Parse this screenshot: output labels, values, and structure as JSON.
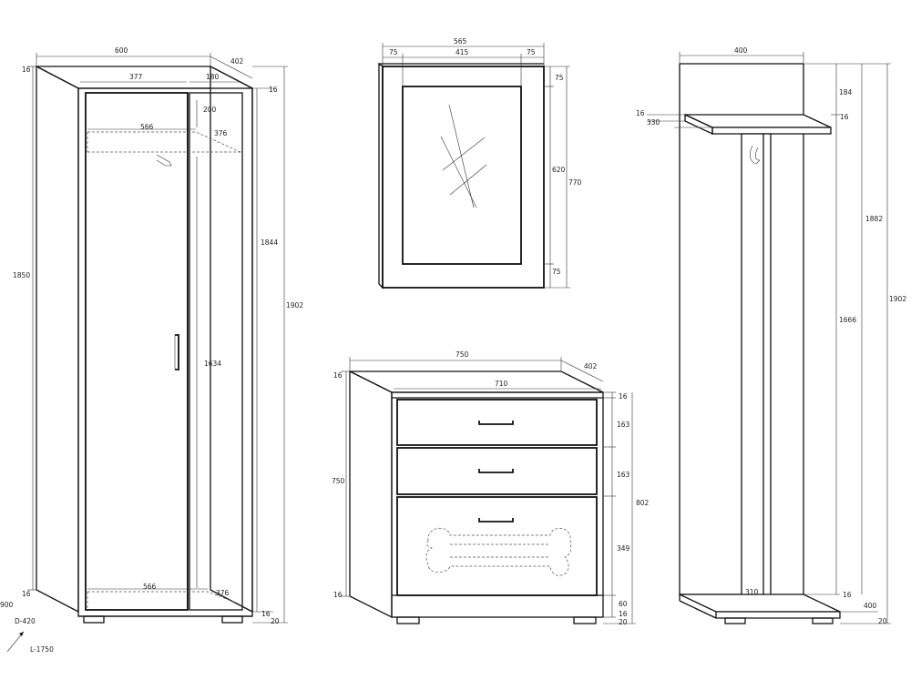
{
  "wardrobe": {
    "width": "600",
    "depth": "402",
    "left_width": "377",
    "right_width": "180",
    "top_thk": "16",
    "side_top": "16",
    "shelf_gap": "200",
    "shelf_width": "566",
    "shelf_depth": "376",
    "height_1850": "1850",
    "height_1844": "1844",
    "height_1902": "1902",
    "door_height": "1634",
    "bottom_thk": "16",
    "bottom_width": "566",
    "bottom_depth": "376",
    "plinth": "16",
    "foot": "20",
    "partial_left": "900",
    "callout_d": "D-420",
    "callout_l": "L-1750"
  },
  "mirror": {
    "width": "565",
    "margin_left": "75",
    "glass_width": "415",
    "margin_right": "75",
    "margin_top": "75",
    "glass_height": "620",
    "height": "770",
    "margin_bottom": "75"
  },
  "dresser": {
    "width": "750",
    "depth": "402",
    "inner_width": "710",
    "top_thk": "16",
    "height": "750",
    "bottom_thk": "16",
    "drawer1": "163",
    "drawer2": "163",
    "drawer3": "349",
    "total_height": "802",
    "plinth": "60",
    "base": "16",
    "foot": "20"
  },
  "hallstand": {
    "width": "400",
    "top_gap": "184",
    "shelf_thk_left": "16",
    "shelf_thk_right": "16",
    "shelf_depth": "330",
    "height_1882": "1882",
    "height_1902": "1902",
    "panel_height": "1666",
    "base_depth": "310",
    "base_thk": "16",
    "depth": "400",
    "foot": "20"
  }
}
